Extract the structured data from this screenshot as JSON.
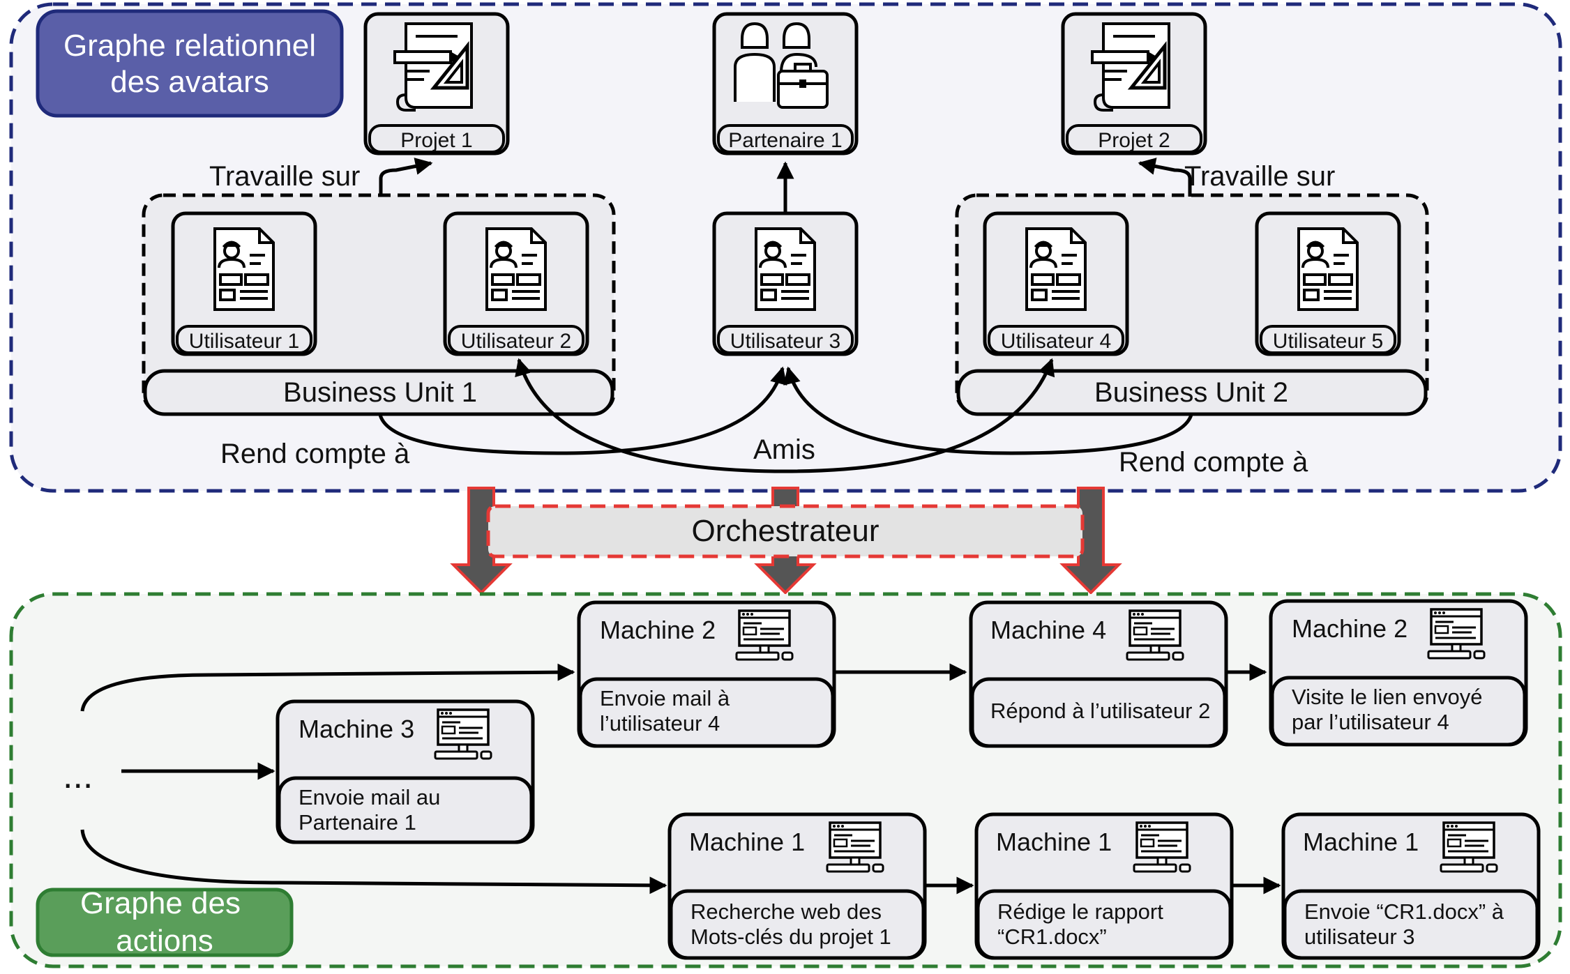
{
  "relational_graph": {
    "title_line1": "Graphe relationnel",
    "title_line2": "des avatars",
    "border_color": "#1f2a7a",
    "badge_color": "#5a5fa8",
    "projects": [
      {
        "label": "Projet 1",
        "icon": "project-blueprint-icon"
      },
      {
        "label": "Projet 2",
        "icon": "project-blueprint-icon"
      }
    ],
    "partner": {
      "label": "Partenaire 1",
      "icon": "partner-briefcase-icon"
    },
    "users": [
      {
        "label": "Utilisateur 1",
        "icon": "user-profile-icon"
      },
      {
        "label": "Utilisateur 2",
        "icon": "user-profile-icon"
      },
      {
        "label": "Utilisateur 3",
        "icon": "user-profile-icon"
      },
      {
        "label": "Utilisateur 4",
        "icon": "user-profile-icon"
      },
      {
        "label": "Utilisateur 5",
        "icon": "user-profile-icon"
      }
    ],
    "business_units": [
      "Business Unit 1",
      "Business Unit 2"
    ],
    "edges": {
      "works_on_left": "Travaille sur",
      "works_on_right": "Travaille sur",
      "reports_to_left": "Rend compte à",
      "reports_to_right": "Rend compte à",
      "friends": "Amis"
    }
  },
  "orchestrator": {
    "label": "Orchestrateur",
    "border_color": "#e53935",
    "arrow_color": "#555555"
  },
  "actions_graph": {
    "title_line1": "Graphe des",
    "title_line2": "actions",
    "border_color": "#2e7d32",
    "badge_color": "#5a9e5a",
    "ellipsis": "...",
    "nodes": [
      {
        "machine": "Machine 2",
        "desc1": "Envoie mail à",
        "desc2": "l’utilisateur 4",
        "icon": "computer-icon"
      },
      {
        "machine": "Machine 4",
        "desc1": "Répond à l’utilisateur 2",
        "desc2": "",
        "icon": "computer-icon"
      },
      {
        "machine": "Machine 2",
        "desc1": "Visite le lien envoyé",
        "desc2": "par l’utilisateur 4",
        "icon": "computer-icon"
      },
      {
        "machine": "Machine 3",
        "desc1": "Envoie mail au",
        "desc2": "Partenaire 1",
        "icon": "computer-icon"
      },
      {
        "machine": "Machine 1",
        "desc1": "Recherche web des",
        "desc2": "Mots-clés du projet 1",
        "icon": "computer-icon"
      },
      {
        "machine": "Machine 1",
        "desc1": "Rédige le rapport",
        "desc2": "“CR1.docx”",
        "icon": "computer-icon"
      },
      {
        "machine": "Machine 1",
        "desc1": "Envoie “CR1.docx” à",
        "desc2": "utilisateur 3",
        "icon": "computer-icon"
      }
    ]
  }
}
